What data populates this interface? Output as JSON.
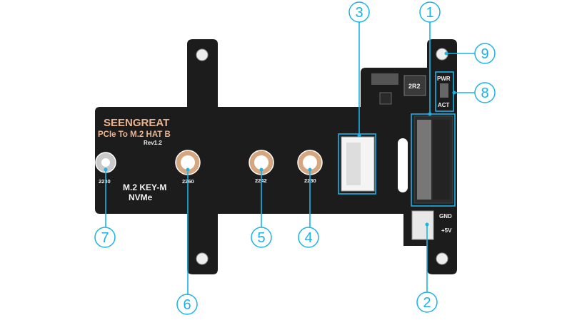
{
  "board": {
    "brand": "SEENGREAT",
    "product": "PCIe To M.2 HAT B",
    "revision": "Rev1.2",
    "key_label": "M.2 KEY-M",
    "type_label": "NVMe",
    "inductor_label": "2R2",
    "mount_labels": [
      "2230",
      "2260",
      "2242",
      "2230"
    ],
    "led_labels": {
      "pwr": "PWR",
      "act": "ACT"
    },
    "power_labels": {
      "gnd": "GND",
      "v5": "+5V"
    }
  },
  "callouts": [
    "1",
    "2",
    "3",
    "4",
    "5",
    "6",
    "7",
    "8",
    "9"
  ],
  "colors": {
    "accent": "#1ab2ea",
    "pcb": "#1c1c1c",
    "brand": "#e9b48f"
  }
}
